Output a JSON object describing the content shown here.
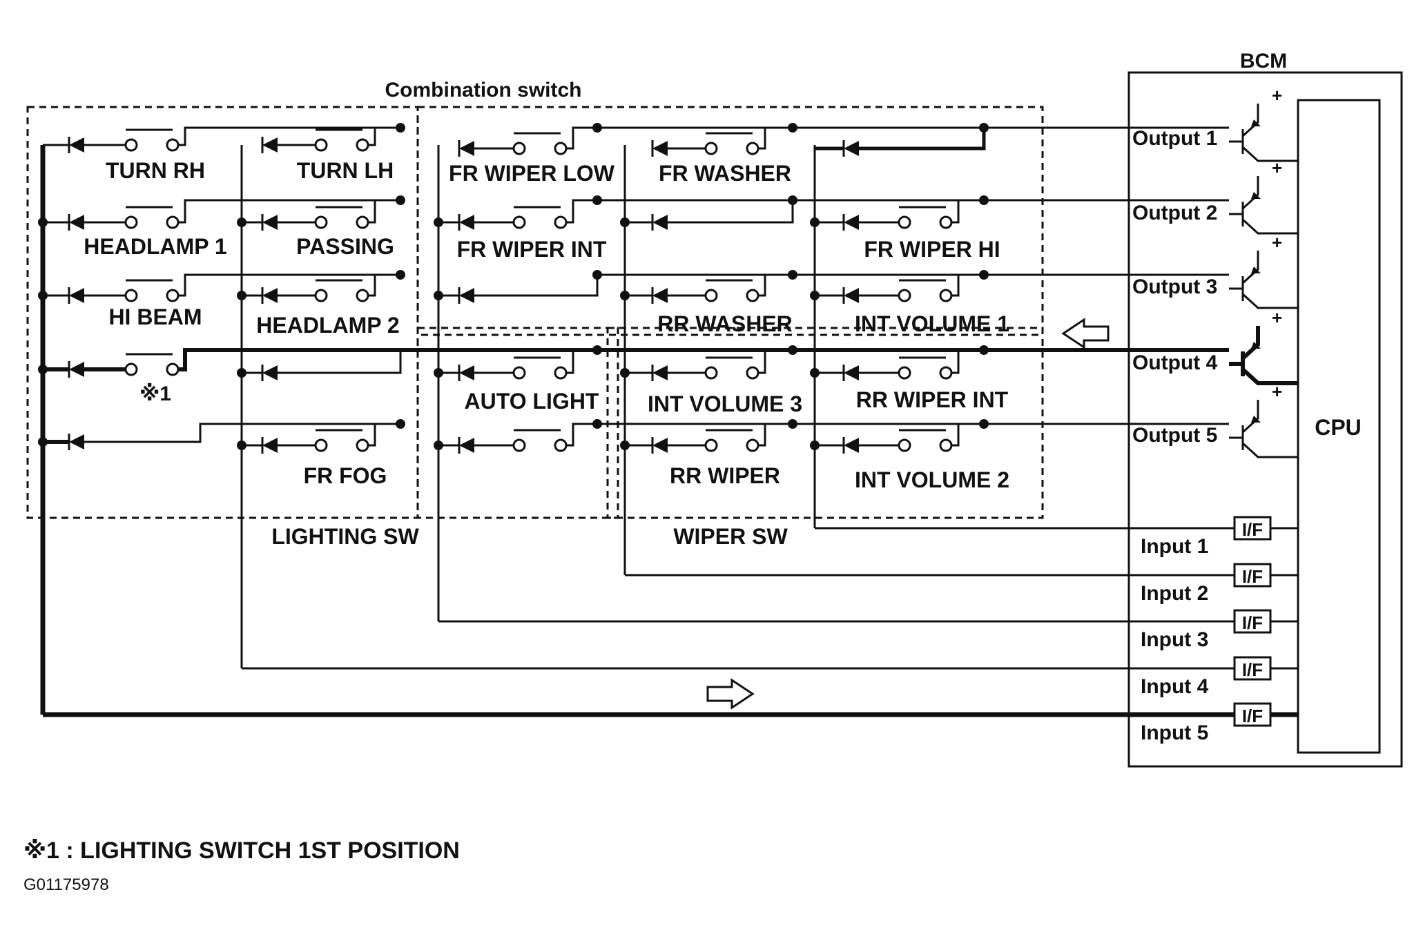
{
  "diagram": {
    "combination_switch_label": "Combination switch",
    "bcm_label": "BCM",
    "cpu_label": "CPU",
    "lighting_sw_label": "LIGHTING SW",
    "wiper_sw_label": "WIPER SW",
    "note_marker": "※1",
    "outputs": [
      "Output 1",
      "Output 2",
      "Output 3",
      "Output 4",
      "Output 5"
    ],
    "inputs": [
      "Input 1",
      "Input 2",
      "Input 3",
      "Input 4",
      "Input 5"
    ],
    "interface_label": "I/F",
    "switches": [
      "TURN RH",
      "TURN LH",
      "FR WIPER LOW",
      "FR WASHER",
      "HEADLAMP 1",
      "PASSING",
      "FR WIPER INT",
      "FR WIPER HI",
      "HI BEAM",
      "HEADLAMP 2",
      "RR WASHER",
      "INT VOLUME 1",
      "AUTO LIGHT",
      "INT VOLUME 3",
      "RR WIPER INT",
      "FR FOG",
      "RR WIPER",
      "INT VOLUME 2"
    ]
  },
  "footnote": "※1 : LIGHTING SWITCH 1ST POSITION",
  "figure_id": "G01175978"
}
